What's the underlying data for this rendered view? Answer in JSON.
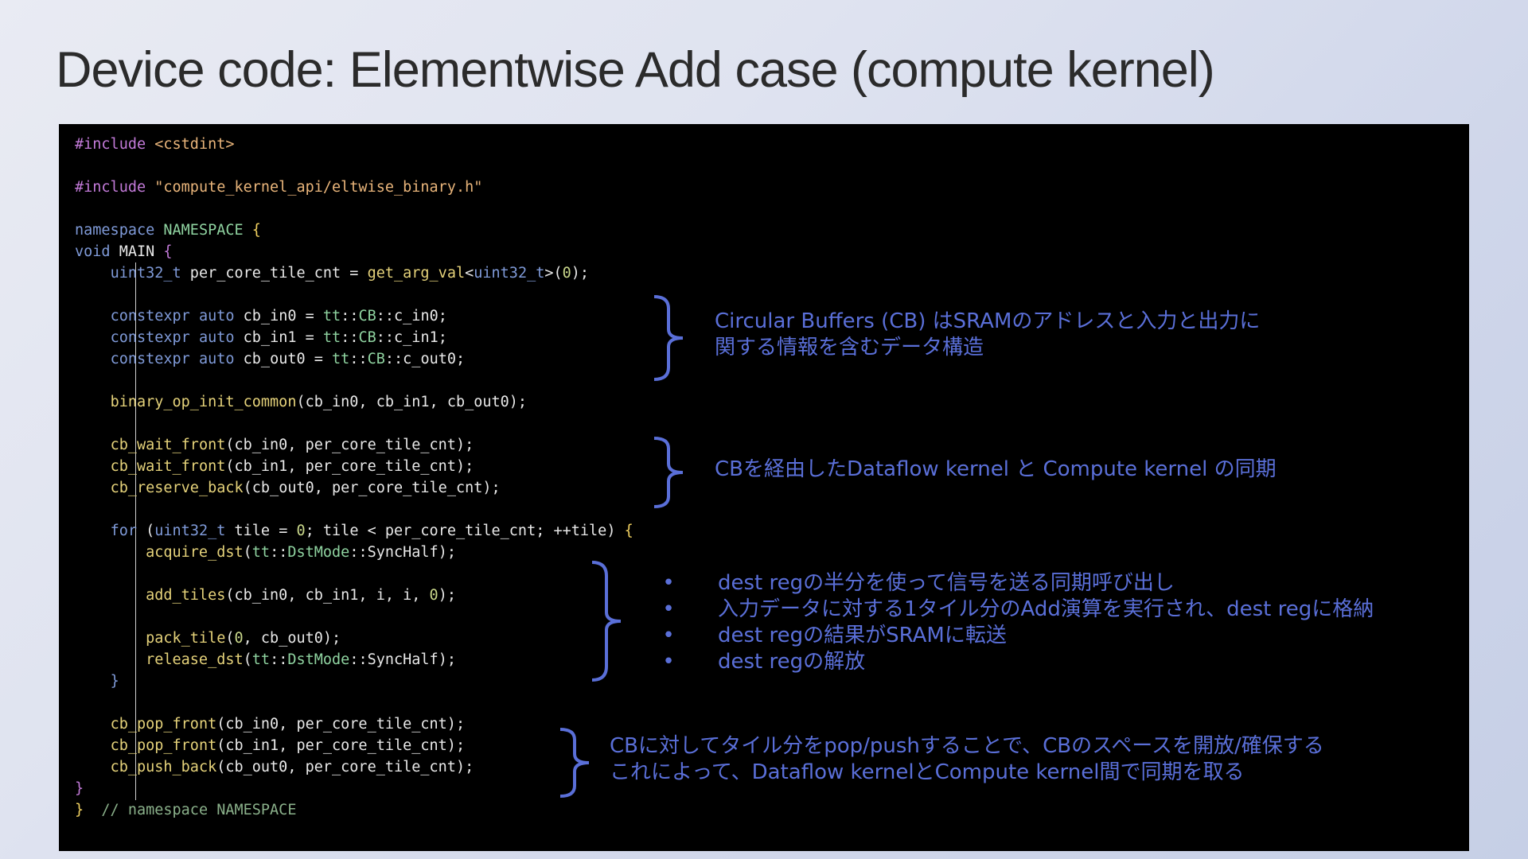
{
  "slide": {
    "title": "Device code: Elementwise Add case (compute kernel)"
  },
  "annotations": {
    "cb_desc": {
      "line1": "Circular Buffers (CB) はSRAMのアドレスと入力と出力に",
      "line2": "関する情報を含むデータ構造"
    },
    "sync_desc": "CBを経由したDataflow kernel と Compute kernel の同期",
    "loop_bullets": [
      "dest regの半分を使って信号を送る同期呼び出し",
      "入力データに対する1タイル分のAdd演算を実行され、dest regに格納",
      "dest regの結果がSRAMに転送",
      "dest regの解放"
    ],
    "bullet_symbol": "•",
    "popush_desc": {
      "line1": "CBに対してタイル分をpop/pushすることで、CBのスペースを開放/確保する",
      "line2": "これによって、Dataflow kernelとCompute kernel間で同期を取る"
    }
  },
  "colors": {
    "annotation": "#5a6fd8",
    "code_background": "#000000",
    "title": "#2b2b2b"
  }
}
